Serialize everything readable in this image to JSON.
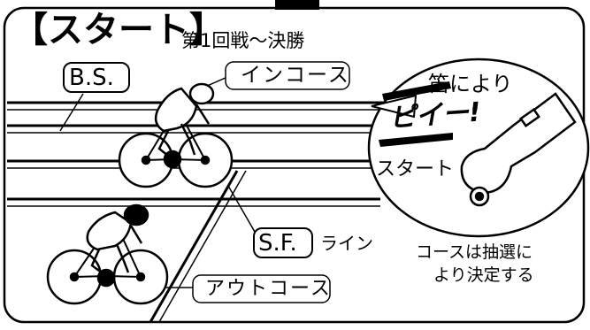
{
  "header": {
    "title": "【スタート】",
    "subtitle": "第1回戦〜決勝"
  },
  "labels": {
    "bs": "B.S.",
    "in_course": "インコース",
    "out_course": "アウトコース",
    "sf": "S.F.",
    "line_suffix": "ライン"
  },
  "whistle": {
    "line1": "笛により",
    "sound": "ピイー!",
    "start": "スタート"
  },
  "note": {
    "line1": "コースは抽選に",
    "line2": "より決定する"
  },
  "colors": {
    "ink": "#000000",
    "paper": "#ffffff"
  },
  "icons": [
    "whistle-icon",
    "cyclist-icon"
  ]
}
